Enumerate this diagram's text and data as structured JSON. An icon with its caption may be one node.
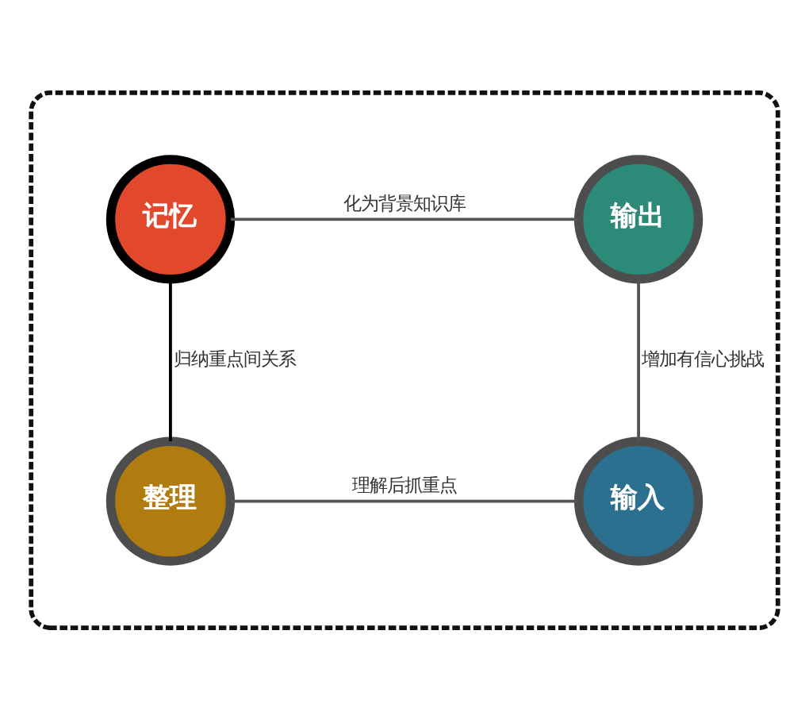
{
  "diagram": {
    "nodes": [
      {
        "text": [],
        "shape": "box"
      },
      {
        "text": [
          "记忆"
        ],
        "in": 0
      },
      {
        "text": [
          "输出"
        ],
        "in": 0
      },
      {
        "text": [
          "整理"
        ],
        "in": 0
      },
      {
        "text": [
          "输入"
        ],
        "in": 0
      }
    ],
    "edges": [
      {
        "from": 1,
        "to": 2,
        "arrow": "none",
        "label": "化为背景知识库"
      },
      {
        "from": 1,
        "to": 3,
        "arrow": "none",
        "label": "归纳重点间关系",
        "color": "#000000"
      },
      {
        "from": 2,
        "to": 4,
        "arrow": "none",
        "label": "增加有信心挑战"
      },
      {
        "from": 3,
        "to": 4,
        "arrow": "none",
        "label": "理解后抓重点"
      }
    ]
  }
}
